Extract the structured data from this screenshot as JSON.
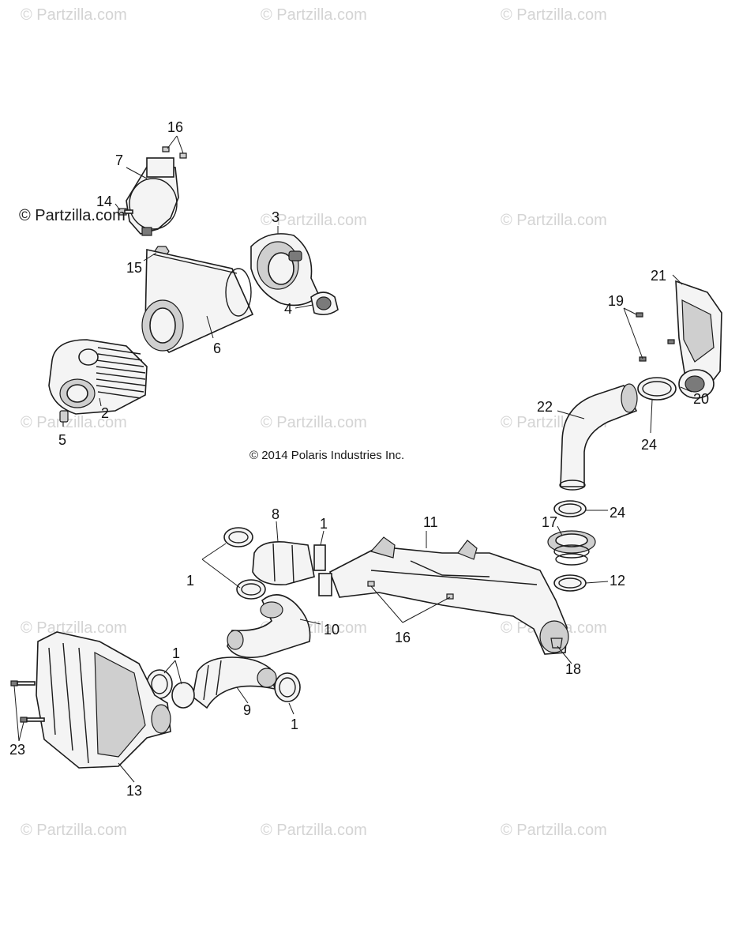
{
  "watermarks": [
    "© Partzilla.com",
    "© Partzilla.com",
    "© Partzilla.com",
    "© Partzilla.com",
    "© Partzilla.com",
    "© Partzilla.com",
    "© Partzilla.com",
    "© Partzilla.com",
    "© Partzilla.com",
    "© Partzilla.com",
    "© Partzilla.com",
    "© Partzilla.com",
    "© Partzilla.com",
    "© Partzilla.com"
  ],
  "brand_watermark": "© Partzilla.com",
  "copyright": "© 2014 Polaris Industries Inc.",
  "callouts": {
    "c16a": "16",
    "c7": "7",
    "c14": "14",
    "c15": "15",
    "c3": "3",
    "c4": "4",
    "c6": "6",
    "c2": "2",
    "c5": "5",
    "c21": "21",
    "c19": "19",
    "c20": "20",
    "c22": "22",
    "c24a": "24",
    "c24b": "24",
    "c17": "17",
    "c12": "12",
    "c8": "8",
    "c1a": "1",
    "c11": "11",
    "c1b": "1",
    "c10": "10",
    "c16b": "16",
    "c18": "18",
    "c1c": "1",
    "c9": "9",
    "c1d": "1",
    "c23": "23",
    "c13": "13"
  },
  "colors": {
    "line": "#1c1c1c",
    "fill": "#f4f4f4",
    "shade": "#cfcfcf",
    "watermark": "#d4d4d4"
  }
}
